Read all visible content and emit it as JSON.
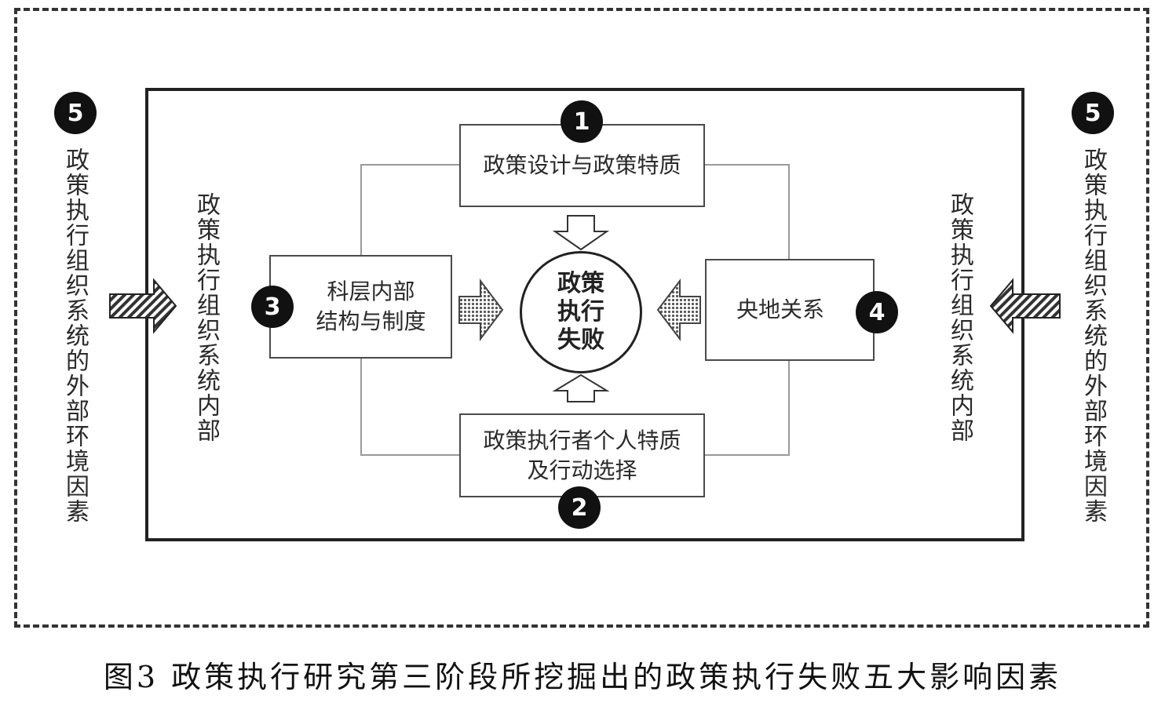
{
  "outer_left": {
    "badge": "5",
    "label": "政策执行组织系统的外部环境因素"
  },
  "outer_right": {
    "badge": "5",
    "label": "政策执行组织系统的外部环境因素"
  },
  "inner_left_label": "政策执行组织系统内部",
  "inner_right_label": "政策执行组织系统内部",
  "factor_1": {
    "badge": "1",
    "label": "政策设计与政策特质"
  },
  "factor_2": {
    "badge": "2",
    "line1": "政策执行者个人特质",
    "line2": "及行动选择"
  },
  "factor_3": {
    "badge": "3",
    "line1": "科层内部",
    "line2": "结构与制度"
  },
  "factor_4": {
    "badge": "4",
    "label": "央地关系"
  },
  "center": {
    "line1": "政策",
    "line2": "执行",
    "line3": "失败"
  },
  "caption": "图3 政策执行研究第三阶段所挖掘出的政策执行失败五大影响因素"
}
